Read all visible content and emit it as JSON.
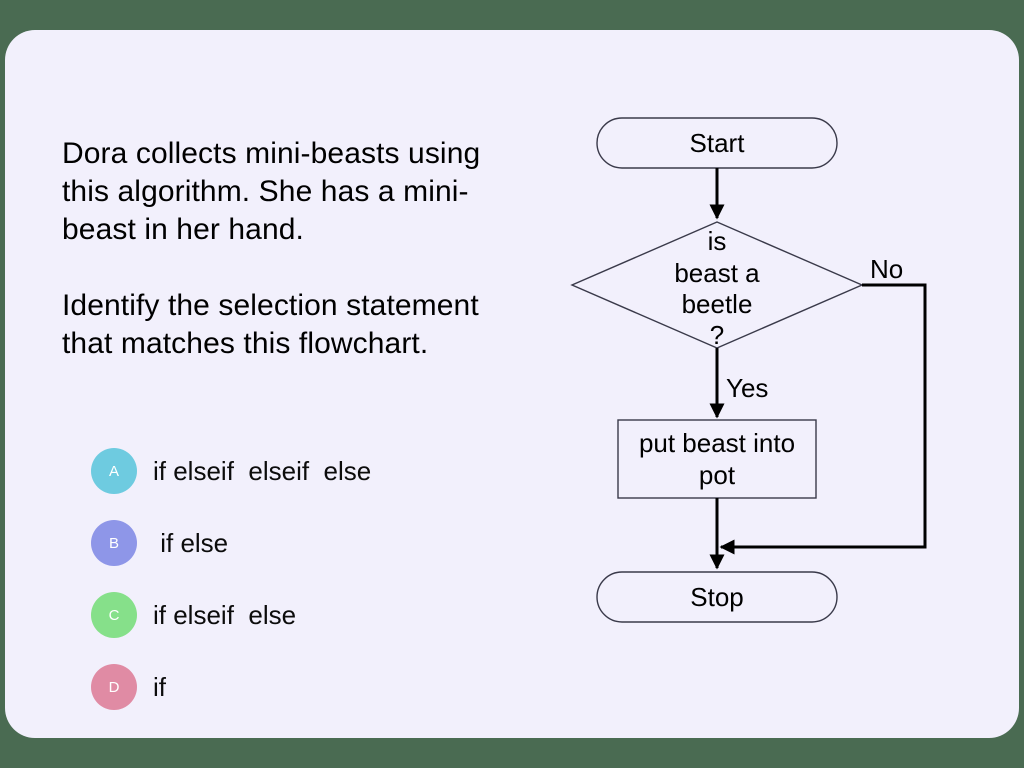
{
  "slide": {
    "background_color": "#4a6b52",
    "card_color": "#f2f0fc"
  },
  "question": {
    "paragraph_1": "Dora collects mini-beasts using this algorithm.  She has a mini-beast in her hand.",
    "paragraph_2": "Identify the selection statement that matches this flowchart."
  },
  "options": [
    {
      "key": "A",
      "label": "if elseif  elseif  else",
      "color": "#6ecbe0"
    },
    {
      "key": "B",
      "label": " if else",
      "color": "#8e96e8"
    },
    {
      "key": "C",
      "label": "if elseif  else",
      "color": "#86e08a"
    },
    {
      "key": "D",
      "label": "if",
      "color": "#e08ba4"
    }
  ],
  "flowchart": {
    "start": "Start",
    "decision_line_1": "is",
    "decision_line_2": "beast a",
    "decision_line_3": "beetle",
    "decision_line_4": "?",
    "edge_yes": "Yes",
    "edge_no": "No",
    "process_line_1": "put beast into",
    "process_line_2": "pot",
    "stop": "Stop"
  }
}
